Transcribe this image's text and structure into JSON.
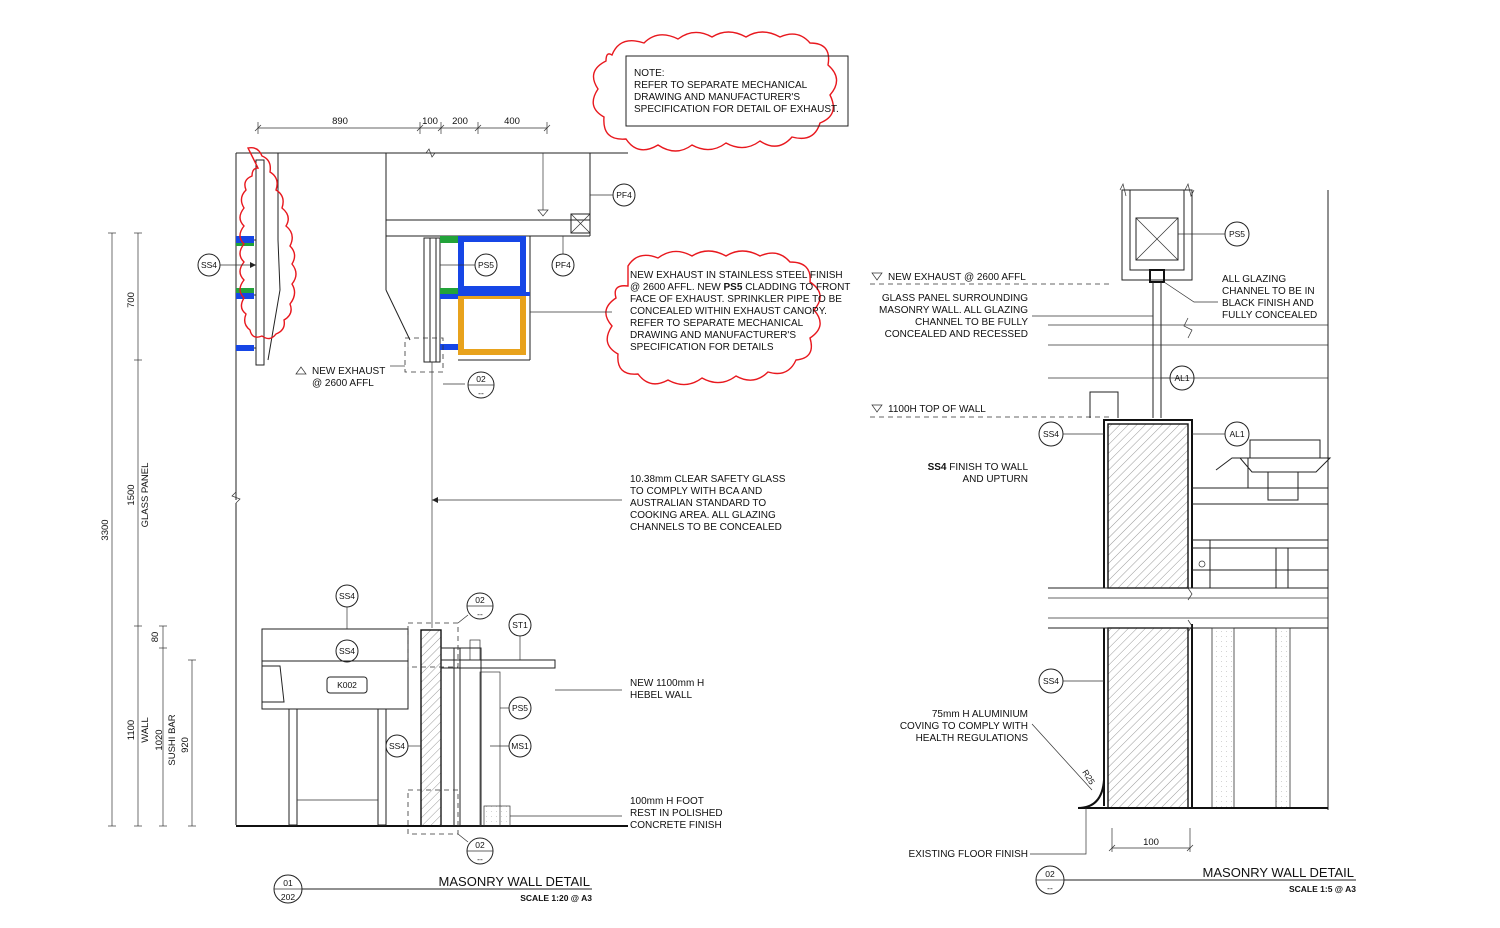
{
  "notes": {
    "mech_note": [
      "NOTE:",
      "REFER TO SEPARATE MECHANICAL",
      "DRAWING AND MANUFACTURER'S",
      "SPECIFICATION FOR DETAIL OF EXHAUST."
    ],
    "exhaust_note": [
      "NEW EXHAUST IN STAINLESS STEEL FINISH",
      "@ 2600 AFFL. NEW ",
      "PS5",
      " CLADDING TO FRONT",
      "FACE OF EXHAUST. SPRINKLER PIPE TO BE",
      "CONCEALED WITHIN EXHAUST CANOPY.",
      "REFER TO SEPARATE MECHANICAL",
      "DRAWING AND MANUFACTURER'S",
      "SPECIFICATION FOR DETAILS"
    ],
    "new_exhaust_left": [
      "NEW EXHAUST",
      "@ 2600 AFFL"
    ],
    "glass_note": [
      "10.38mm CLEAR SAFETY GLASS",
      "TO COMPLY WITH BCA AND",
      "AUSTRALIAN STANDARD TO",
      "COOKING AREA. ALL GLAZING",
      "CHANNELS TO BE CONCEALED"
    ],
    "hebel_note": [
      "NEW 1100mm H",
      "HEBEL WALL"
    ],
    "foot_note": [
      "100mm H FOOT",
      "REST IN POLISHED",
      "CONCRETE FINISH"
    ],
    "new_exhaust_right": "NEW EXHAUST @ 2600 AFFL",
    "glass_panel_note": [
      "GLASS PANEL SURROUNDING",
      "MASONRY WALL. ALL GLAZING",
      "CHANNEL TO BE FULLY",
      "CONCEALED AND RECESSED"
    ],
    "top_of_wall": "1100H TOP OF WALL",
    "ss4_note": [
      "SS4",
      " FINISH TO WALL",
      "AND UPTURN"
    ],
    "coving_note": [
      "75mm H ALUMINIUM",
      "COVING TO COMPLY WITH",
      "HEALTH REGULATIONS"
    ],
    "floor_note": "EXISTING FLOOR FINISH",
    "glazing_channel_note": [
      "ALL GLAZING",
      "CHANNEL TO BE IN",
      "BLACK FINISH AND",
      "FULLY CONCEALED"
    ]
  },
  "dimensions": {
    "top": [
      "890",
      "100",
      "200",
      "400"
    ],
    "vertical": [
      "700",
      "1500",
      "GLASS PANEL",
      "3300",
      "80",
      "1100",
      "WALL",
      "1020",
      "SUSHI BAR",
      "920"
    ],
    "bottom_right": "100",
    "radius": "R25"
  },
  "tags": {
    "ss4": "SS4",
    "ps5": "PS5",
    "pf4": "PF4",
    "st1": "ST1",
    "ms1": "MS1",
    "al1": "AL1",
    "k002": "K002",
    "ref_02": "02",
    "ref_dash": "--"
  },
  "titles": {
    "left": {
      "title": "MASONRY WALL DETAIL",
      "scale": "SCALE 1:20 @ A3",
      "num": "01",
      "sheet": "202"
    },
    "right": {
      "title": "MASONRY WALL DETAIL",
      "scale": "SCALE 1:5 @ A3",
      "num": "02",
      "sheet": "--"
    }
  },
  "colors": {
    "cloud": "#e8181e",
    "blue": "#1646e6",
    "green": "#22a33a",
    "orange": "#e8a21c"
  }
}
